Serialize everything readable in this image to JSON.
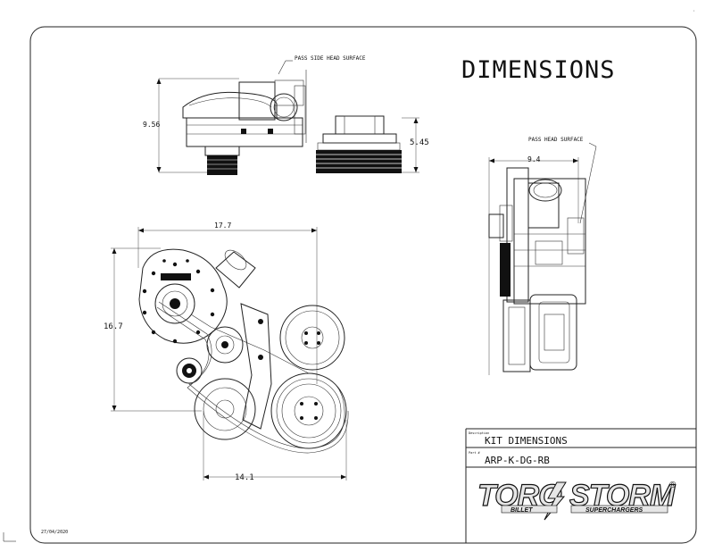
{
  "title": "DIMENSIONS",
  "annotations": {
    "pass_side_head_surface": "PASS SIDE HEAD SURFACE",
    "pass_head_surface": "PASS HEAD SURFACE"
  },
  "dimensions": {
    "top_height": "9.56",
    "pulley_height": "5.45",
    "side_width": "9.4",
    "front_width": "17.7",
    "front_height": "16.7",
    "front_bottom_width": "14.1"
  },
  "title_block": {
    "description_label": "Description",
    "description_value": "KIT DIMENSIONS",
    "part_label": "Part #",
    "part_value": "ARP-K-DG-RB",
    "brand_left": "TORQ",
    "brand_right": "STORM",
    "brand_reg": "®",
    "tagline_left": "BILLET",
    "tagline_right": "SUPERCHARGERS"
  },
  "date": "27/04/2020",
  "colors": {
    "ink": "#111111",
    "paper": "#ffffff",
    "logo_fill": "#e6e6e6"
  }
}
